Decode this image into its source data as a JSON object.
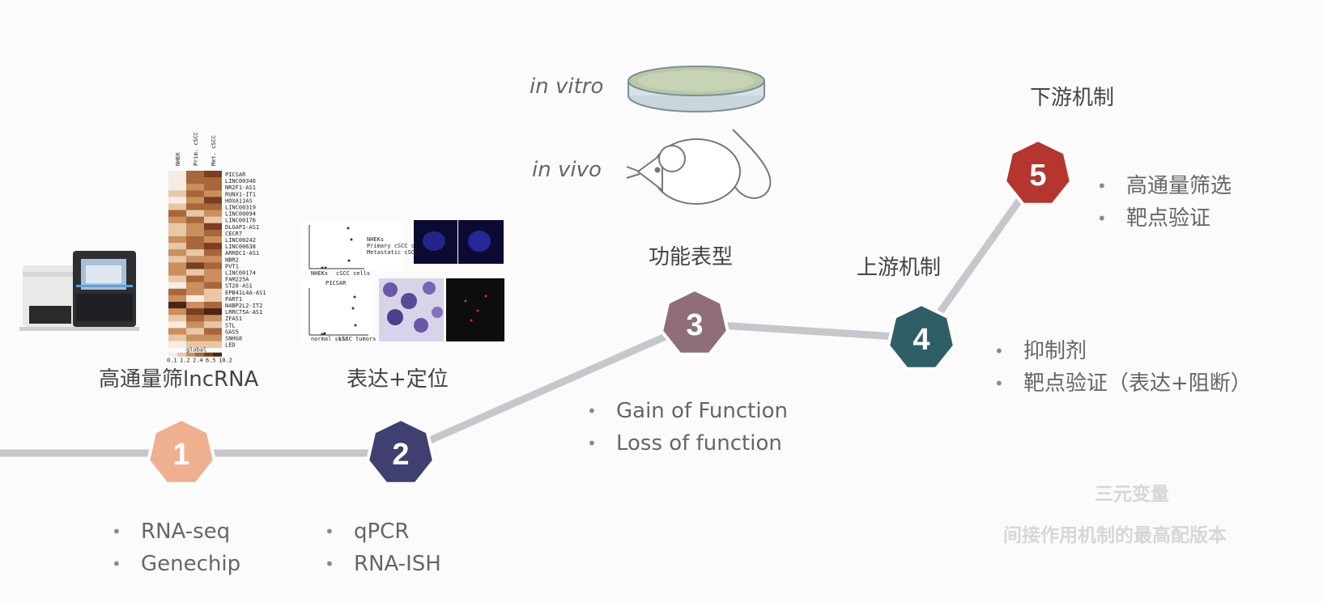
{
  "steps": [
    {
      "num": "1",
      "color": "#efb08f",
      "title": "高通量筛lncRNA",
      "bullets": [
        "RNA-seq",
        "Genechip"
      ]
    },
    {
      "num": "2",
      "color": "#3f3f72",
      "title": "表达+定位",
      "bullets": [
        "qPCR",
        "RNA-ISH"
      ]
    },
    {
      "num": "3",
      "color": "#8f6e7a",
      "title": "功能表型",
      "bullets": [
        "Gain of Function",
        "Loss of function"
      ]
    },
    {
      "num": "4",
      "color": "#2f5f66",
      "title": "上游机制",
      "bullets": [
        "抑制剂",
        "靶点验证（表达+阻断）"
      ]
    },
    {
      "num": "5",
      "color": "#b5352f",
      "title": "下游机制",
      "bullets": [
        "高通量筛选",
        "靶点验证"
      ]
    }
  ],
  "models": {
    "in_vitro": "in vitro",
    "in_vivo": "in vivo"
  },
  "watermark": {
    "line1": "三元变量",
    "line2": "间接作用机制的最高配版本"
  },
  "heatmap": {
    "columns": [
      "NHEK",
      "Prim. cSCC",
      "Met. cSCC"
    ],
    "genes": [
      "PICSAR",
      "LINC00346",
      "NR2F1-AS1",
      "RUNX1-IT1",
      "HOXA11AS",
      "LINC00319",
      "LINC00094",
      "LINC00176",
      "DLGAP1-AS1",
      "CECR7",
      "LINC00242",
      "LINC00638",
      "ARRDC1-AS1",
      "NBR2",
      "PVT1",
      "LINC00174",
      "FAM225A",
      "ST20-AS1",
      "EPB41L4A-AS1",
      "PART1",
      "N4BP2L2-IT2",
      "LRRC75A-AS1",
      "ZFAS1",
      "STL",
      "GAS5",
      "SNHG8",
      "LED"
    ],
    "scale_label": "global",
    "scale_ticks": [
      "0.1",
      "1.2",
      "2.4",
      "6.5",
      "10.2"
    ]
  },
  "scatter_panels": {
    "top": {
      "xlabels": [
        "NHEKs",
        "cSCC cells"
      ],
      "legend": [
        "NHEKs",
        "Primary cSCC cells",
        "Metastatic cSCC cells"
      ]
    },
    "bottom": {
      "title": "PICSAR",
      "xlabels": [
        "normal skin",
        "cSCC tumors"
      ]
    }
  }
}
